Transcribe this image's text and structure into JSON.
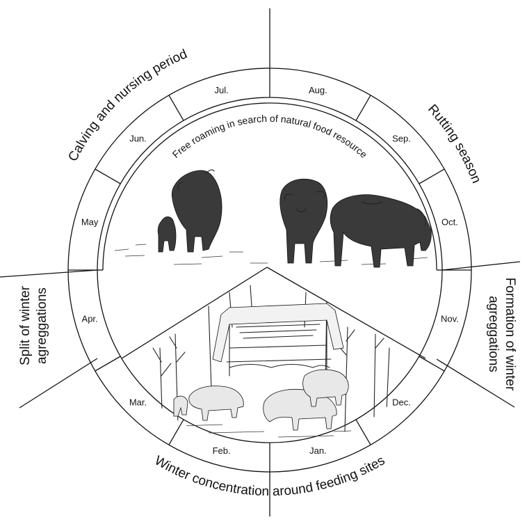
{
  "months": [
    "Jan.",
    "Feb.",
    "Mar.",
    "Apr.",
    "May",
    "Jun.",
    "Jul.",
    "Aug.",
    "Sep.",
    "Oct.",
    "Nov.",
    "Dec."
  ],
  "seasons": {
    "calving": "Calving and nursing period",
    "rutting": "Rutting season",
    "formation_line1": "Formation of winter",
    "formation_line2": "agreggations",
    "split_line1": "Split of winter",
    "split_line2": "agreggations",
    "winter_concentration": "Winter concentration around feeding sites"
  },
  "free_roaming": "Free roaming in search of natural food resource"
}
